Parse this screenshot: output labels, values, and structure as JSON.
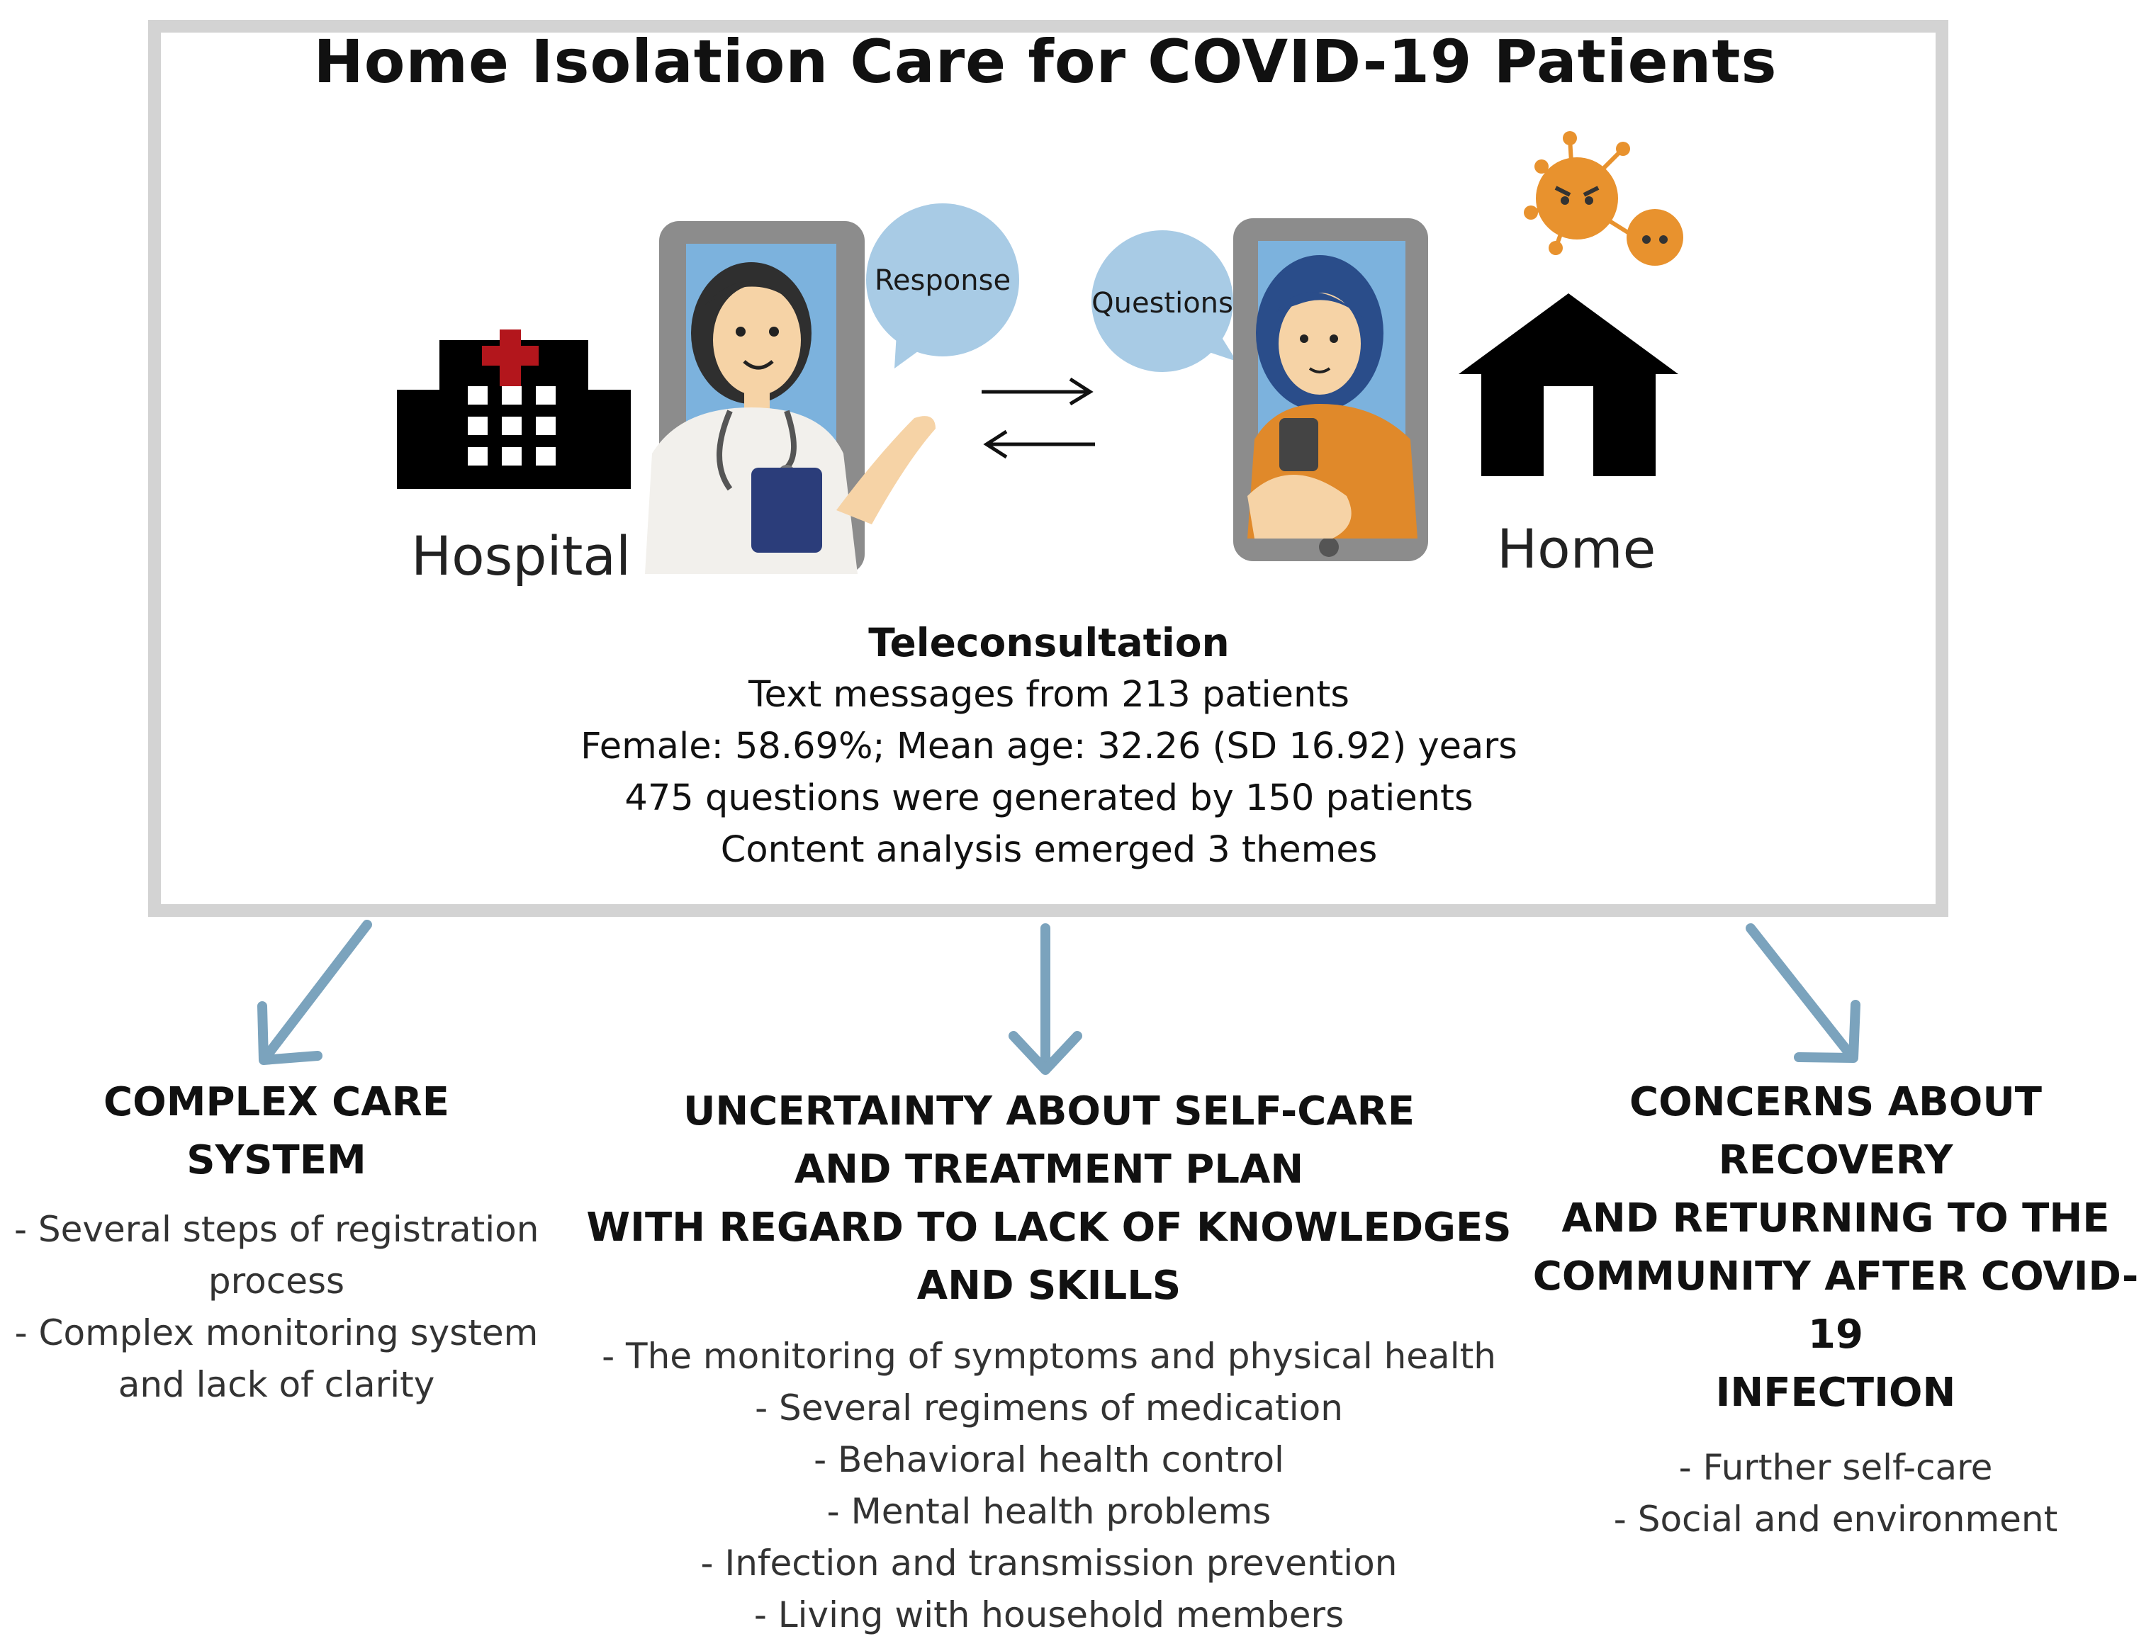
{
  "title": "Home Isolation Care for COVID-19 Patients",
  "illustration": {
    "hospital_label": "Hospital",
    "home_label": "Home",
    "response_bubble": "Response",
    "questions_bubble": "Questions",
    "colors": {
      "bubble": "#a8cbe5",
      "phone_screen": "#7cb2dd",
      "phone_body": "#8c8c8c",
      "virus": "#e8922e",
      "cross": "#b3161c",
      "arrow": "#111111"
    }
  },
  "teleconsultation": {
    "title": "Teleconsultation",
    "lines": [
      "Text messages from 213 patients",
      "Female: 58.69%; Mean age: 32.26 (SD 16.92) years",
      "475 questions were generated by 150 patients",
      "Content analysis emerged 3 themes"
    ]
  },
  "themes": [
    {
      "title_lines": [
        "COMPLEX CARE SYSTEM"
      ],
      "items": [
        "- Several steps of registration",
        "process",
        "- Complex monitoring system",
        "and lack of clarity"
      ]
    },
    {
      "title_lines": [
        "UNCERTAINTY ABOUT SELF-CARE",
        "AND TREATMENT PLAN",
        "WITH REGARD TO LACK OF KNOWLEDGES",
        "AND SKILLS"
      ],
      "items": [
        "- The monitoring of symptoms and physical health",
        "- Several regimens of medication",
        "- Behavioral health control",
        "- Mental health problems",
        "- Infection and transmission prevention",
        "- Living with household members"
      ]
    },
    {
      "title_lines": [
        "CONCERNS ABOUT RECOVERY",
        "AND RETURNING TO THE",
        "COMMUNITY AFTER COVID-19",
        "INFECTION"
      ],
      "items": [
        "- Further self-care",
        "- Social and environment"
      ]
    }
  ],
  "arrow_color": "#7ba3bd"
}
